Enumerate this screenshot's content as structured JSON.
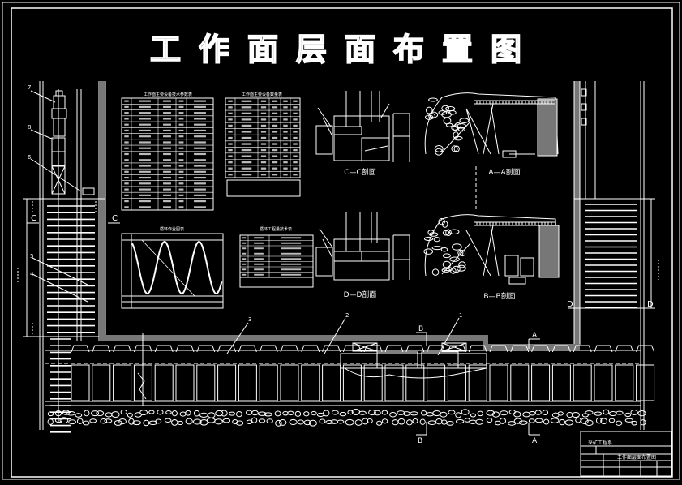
{
  "title": "工作面层面布置图",
  "sections": {
    "cc": "C—C剖面",
    "aa": "A—A剖面",
    "dd": "D—D剖面",
    "bb": "B—B剖面"
  },
  "section_marks": {
    "a": "A",
    "b": "B",
    "c": "C",
    "d": "D"
  },
  "callouts": [
    "1",
    "2",
    "3",
    "4",
    "5",
    "6",
    "7",
    "8"
  ],
  "tables": {
    "t1_title": "工作面主要设备技术参数表",
    "t2_title": "工作面主要设备数量表",
    "t3_title": "循环作业图表",
    "t4_title": "循环工程量技术表"
  },
  "title_block": {
    "org": "采矿工程系",
    "drawing_name": "工作面层面布置图"
  }
}
